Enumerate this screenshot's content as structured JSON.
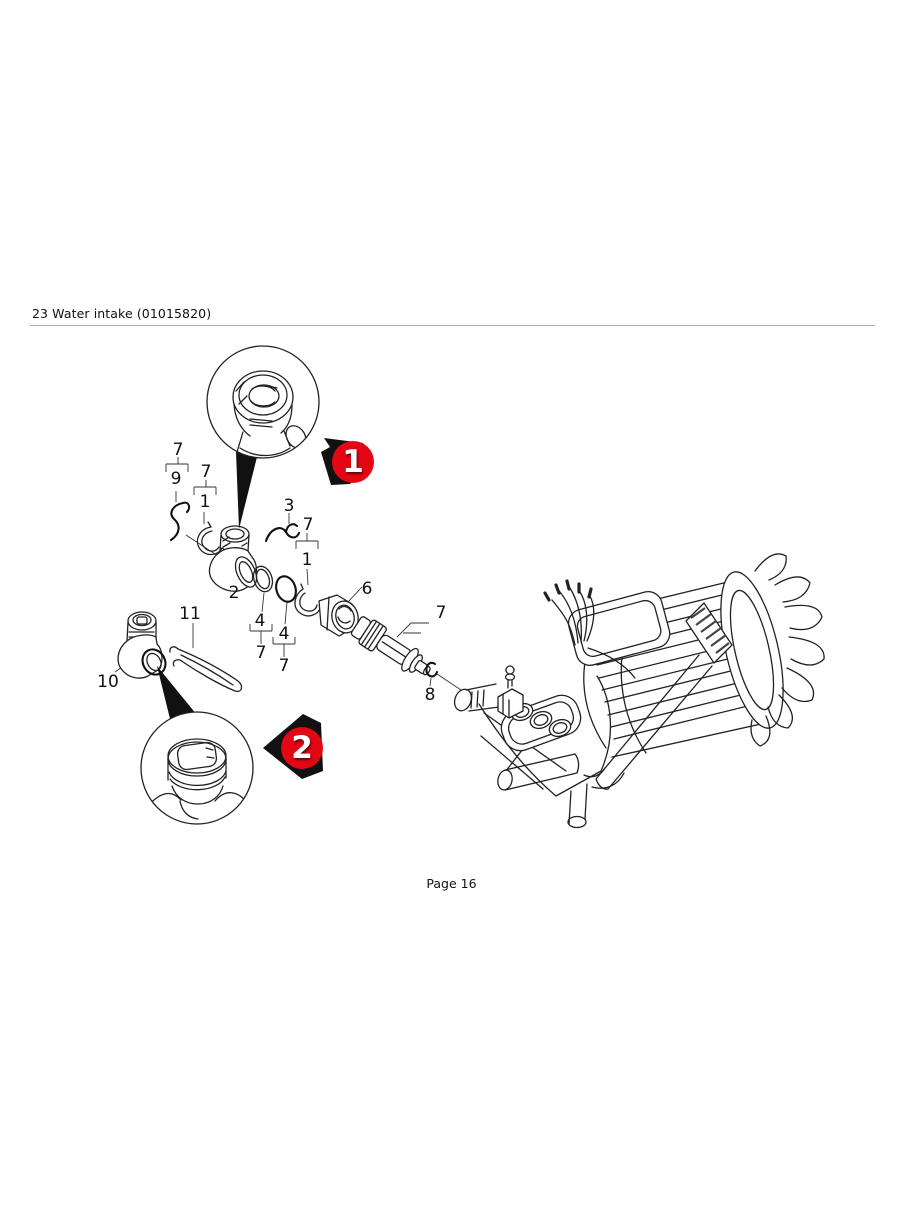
{
  "page": {
    "header": "23 Water intake (01015820)",
    "footer": "Page 16"
  },
  "accent_red": "#e30613",
  "line_color": "#222222",
  "callouts": {
    "labels": [
      {
        "text": "7"
      },
      {
        "text": "9"
      },
      {
        "text": "7"
      },
      {
        "text": "1"
      },
      {
        "text": "3"
      },
      {
        "text": "7"
      },
      {
        "text": "1"
      },
      {
        "text": "2"
      },
      {
        "text": "11"
      },
      {
        "text": "4"
      },
      {
        "text": "7"
      },
      {
        "text": "4"
      },
      {
        "text": "7"
      },
      {
        "text": "6"
      },
      {
        "text": "7"
      },
      {
        "text": "8"
      },
      {
        "text": "10"
      }
    ],
    "badges": [
      {
        "number": "1"
      },
      {
        "number": "2"
      }
    ]
  }
}
